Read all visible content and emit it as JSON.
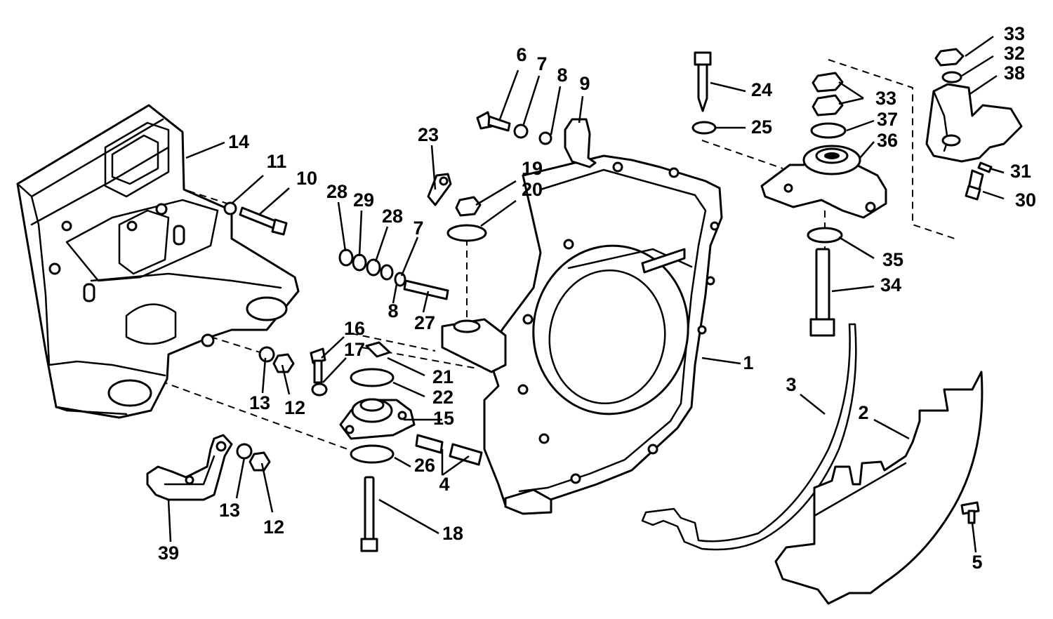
{
  "callouts": [
    {
      "id": "1",
      "text": "1"
    },
    {
      "id": "2",
      "text": "2"
    },
    {
      "id": "3",
      "text": "3"
    },
    {
      "id": "4",
      "text": "4"
    },
    {
      "id": "5",
      "text": "5"
    },
    {
      "id": "6",
      "text": "6"
    },
    {
      "id": "7a",
      "text": "7"
    },
    {
      "id": "7b",
      "text": "7"
    },
    {
      "id": "8a",
      "text": "8"
    },
    {
      "id": "8b",
      "text": "8"
    },
    {
      "id": "9",
      "text": "9"
    },
    {
      "id": "10",
      "text": "10"
    },
    {
      "id": "11",
      "text": "11"
    },
    {
      "id": "12a",
      "text": "12"
    },
    {
      "id": "12b",
      "text": "12"
    },
    {
      "id": "13a",
      "text": "13"
    },
    {
      "id": "13b",
      "text": "13"
    },
    {
      "id": "14",
      "text": "14"
    },
    {
      "id": "15",
      "text": "15"
    },
    {
      "id": "16",
      "text": "16"
    },
    {
      "id": "17",
      "text": "17"
    },
    {
      "id": "18",
      "text": "18"
    },
    {
      "id": "19",
      "text": "19"
    },
    {
      "id": "20",
      "text": "20"
    },
    {
      "id": "21",
      "text": "21"
    },
    {
      "id": "22",
      "text": "22"
    },
    {
      "id": "23",
      "text": "23"
    },
    {
      "id": "24",
      "text": "24"
    },
    {
      "id": "25",
      "text": "25"
    },
    {
      "id": "26",
      "text": "26"
    },
    {
      "id": "27",
      "text": "27"
    },
    {
      "id": "28a",
      "text": "28"
    },
    {
      "id": "28b",
      "text": "28"
    },
    {
      "id": "29",
      "text": "29"
    },
    {
      "id": "30",
      "text": "30"
    },
    {
      "id": "31",
      "text": "31"
    },
    {
      "id": "32",
      "text": "32"
    },
    {
      "id": "33a",
      "text": "33"
    },
    {
      "id": "33b",
      "text": "33"
    },
    {
      "id": "34",
      "text": "34"
    },
    {
      "id": "35",
      "text": "35"
    },
    {
      "id": "36",
      "text": "36"
    },
    {
      "id": "37",
      "text": "37"
    },
    {
      "id": "38",
      "text": "38"
    },
    {
      "id": "39",
      "text": "39"
    }
  ]
}
